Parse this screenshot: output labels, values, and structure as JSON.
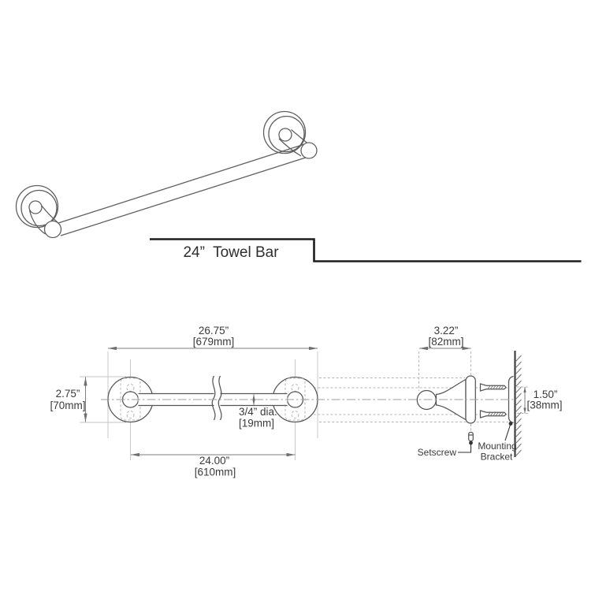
{
  "title": "24”  Towel Bar",
  "front_view": {
    "overall_width": {
      "inches": "26.75”",
      "mm": "[679mm]"
    },
    "flange_diameter": {
      "inches": "2.75”",
      "mm": "[70mm]"
    },
    "bar_diameter": {
      "inches": "3/4” dia.",
      "mm": "[19mm]"
    },
    "center_to_center": {
      "inches": "24.00”",
      "mm": "[610mm]"
    }
  },
  "side_view": {
    "wall_projection": {
      "inches": "3.22”",
      "mm": "[82mm]"
    },
    "bracket_height": {
      "inches": "1.50”",
      "mm": "[38mm]"
    },
    "labels": {
      "setscrew": "Setscrew",
      "mounting_bracket_line1": "Mounting",
      "mounting_bracket_line2": "Bracket"
    }
  },
  "colors": {
    "background": "#ffffff",
    "object_line": "#555555",
    "dimension_line": "#7d7d7d",
    "hidden_line": "#b5b5b5",
    "centerline": "#9f9f9f",
    "title_line": "#1d1d1d",
    "text": "#3a3a3a"
  }
}
